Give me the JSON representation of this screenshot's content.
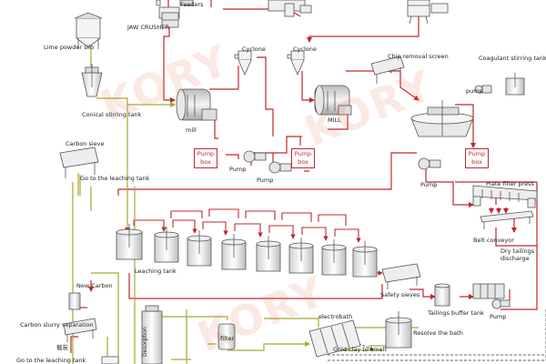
{
  "diagram": {
    "labels": {
      "feeders": "Feeders",
      "jaw_crusher": "JAW CRUSHER",
      "lime_silo": "Lime powder silo",
      "conical_tank": "Conical stirring tank",
      "mill_1": "mill",
      "mill_2": "MILL",
      "cyclone_1": "Cyclone",
      "cyclone_2": "Cyclone",
      "chip_screen": "Chip removal screen",
      "coagulant_tank": "Coagulant stirring tank",
      "pump_small": "pump",
      "carbon_sieve": "Carbon sieve",
      "go_leaching_1": "Go to the leaching tank",
      "pump_1": "Pump",
      "pump_2": "Pump",
      "pump_3": "Pump",
      "plate_filter": "Plate filter press",
      "belt_conveyor": "Belt conveyor",
      "dry_tailings": "Dry tailings discharge",
      "leaching_tank": "Leaching tank",
      "safety_sieves": "Safety sieves",
      "tailings_buffer": "Tailings buffer tank",
      "pump_4": "Pump",
      "new_carbon": "New Carbon",
      "carbon_slurry": "Carbon slurry separation",
      "carbon_small": "载炭",
      "go_leaching_2": "Go to the leaching tank",
      "filter": "filter",
      "electrobath": "electrobath",
      "resolve_bath": "Resolve the bath",
      "gold_clay": "Gold clay to smelt",
      "column": "Desorption"
    },
    "pump_boxes": [
      {
        "line1": "Pump",
        "line2": "box"
      },
      {
        "line1": "Pump",
        "line2": "box"
      },
      {
        "line1": "Pump",
        "line2": "box"
      }
    ],
    "watermark": [
      "KORY",
      "KORY",
      "KORY"
    ],
    "colors": {
      "slurry_line": "#c0272d",
      "solution_line": "#a8a832",
      "equipment": "#555555",
      "watermark": "#e87850"
    },
    "leaching_tank_count": 8
  }
}
